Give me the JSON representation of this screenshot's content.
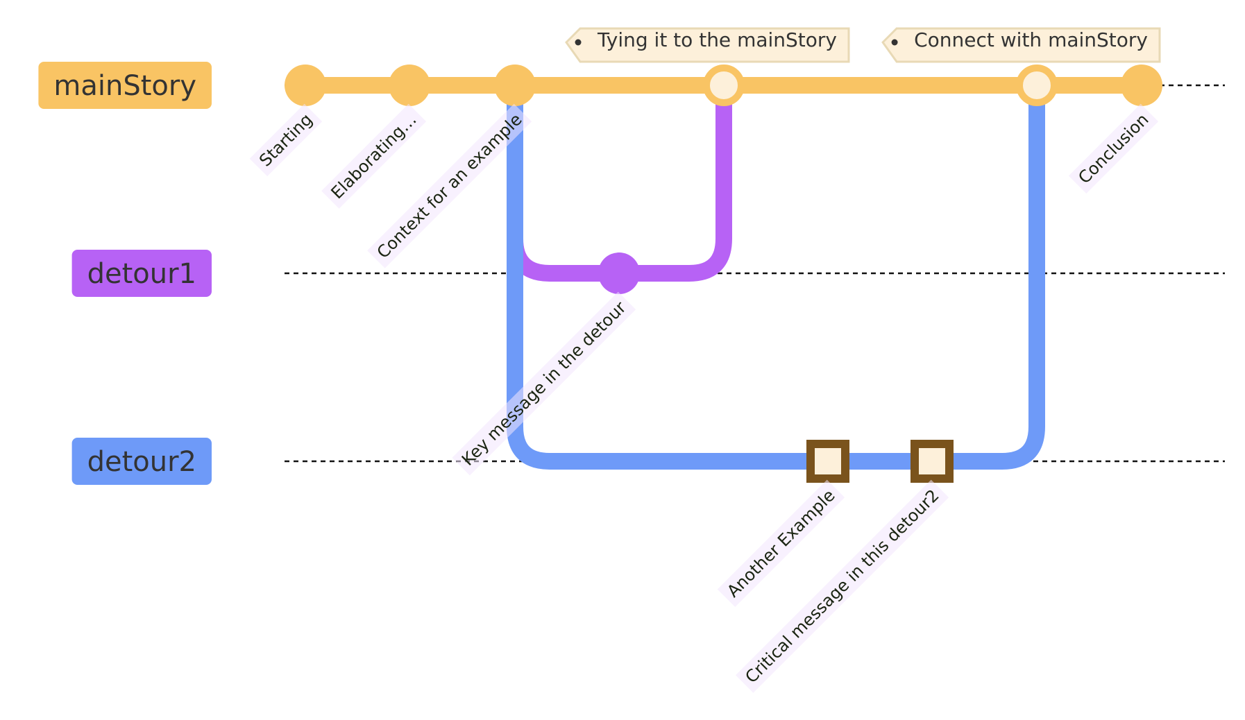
{
  "diagram": {
    "type": "gitGraph",
    "colors": {
      "mainStory": "#f9c464",
      "detour1": "#b762f5",
      "detour2": "#6e9af8",
      "label_bg": "#f3e6fd",
      "tag_bg": "#fdf0da",
      "tag_border": "#e8d9b5",
      "highlight_border": "#7a531c",
      "highlight_fill": "#fdf0da",
      "merge_fill": "#fdf0da",
      "text": "#333333",
      "dashed": "#111111"
    },
    "branches": [
      {
        "id": "mainStory",
        "label": "mainStory",
        "lane": 0
      },
      {
        "id": "detour1",
        "label": "detour1",
        "lane": 1
      },
      {
        "id": "detour2",
        "label": "detour2",
        "lane": 2
      }
    ],
    "commits": [
      {
        "id": "c1",
        "branch": "mainStory",
        "seq": 0,
        "type": "normal",
        "message": "Starting"
      },
      {
        "id": "c2",
        "branch": "mainStory",
        "seq": 1,
        "type": "normal",
        "message": "Elaborating…"
      },
      {
        "id": "c3",
        "branch": "mainStory",
        "seq": 2,
        "type": "normal",
        "message": "Context for an example"
      },
      {
        "id": "c4",
        "branch": "detour1",
        "seq": 3,
        "type": "normal",
        "message": "Key message in the detour"
      },
      {
        "id": "m1",
        "branch": "mainStory",
        "seq": 5,
        "type": "merge",
        "message": "",
        "tag": "Tying it to the mainStory",
        "from": "detour1"
      },
      {
        "id": "c5",
        "branch": "detour2",
        "seq": 6,
        "type": "highlight",
        "message": "Another Example"
      },
      {
        "id": "c6",
        "branch": "detour2",
        "seq": 7,
        "type": "highlight",
        "message": "Critical message in this detour2"
      },
      {
        "id": "m2",
        "branch": "mainStory",
        "seq": 8,
        "type": "merge",
        "message": "",
        "tag": "Connect with mainStory",
        "from": "detour2"
      },
      {
        "id": "c7",
        "branch": "mainStory",
        "seq": 9,
        "type": "normal",
        "message": "Conclusion"
      }
    ],
    "branch_points": [
      {
        "branch": "detour1",
        "from_commit": "c3"
      },
      {
        "branch": "detour2",
        "from_commit": "c3"
      }
    ]
  }
}
